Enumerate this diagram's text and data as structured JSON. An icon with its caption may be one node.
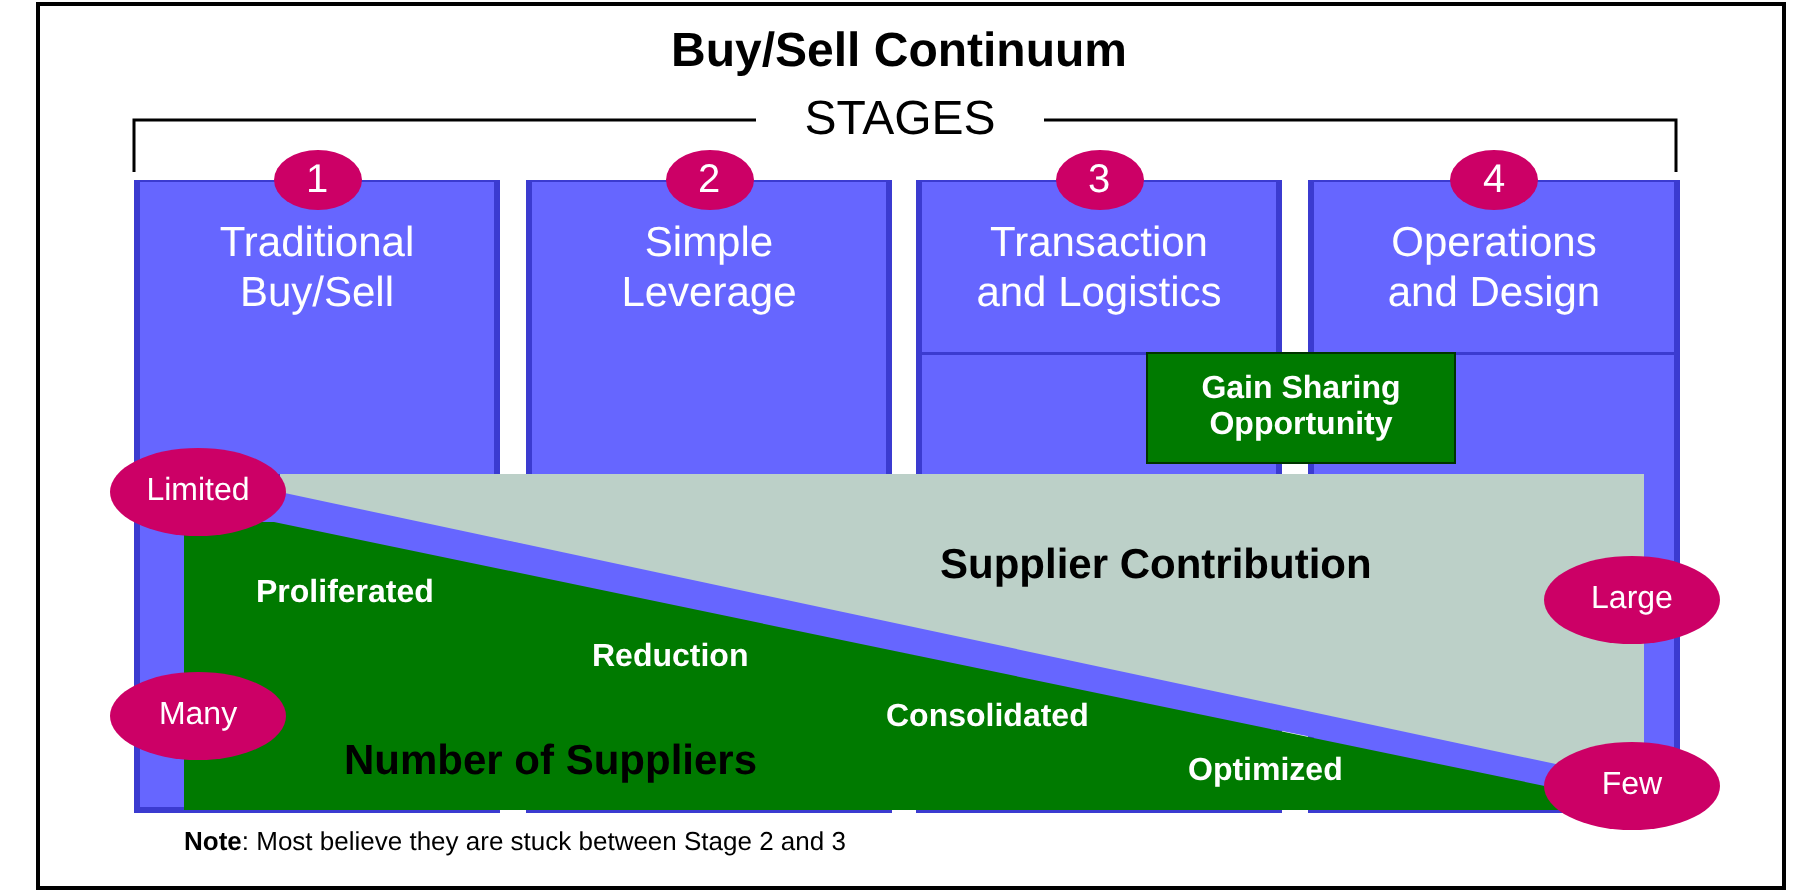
{
  "diagram": {
    "title": "Buy/Sell Continuum",
    "nodes": [
      {
        "text": [
          "1",
          "Traditional Buy/Sell"
        ]
      },
      {
        "text": [
          "2",
          "Simple Leverage"
        ]
      },
      {
        "text": [
          "3",
          "Transaction and Logistics"
        ]
      },
      {
        "text": [
          "4",
          "Operations and Design"
        ]
      },
      {
        "text": [
          "Gain Sharing Opportunity"
        ]
      },
      {
        "text": [
          "Limited"
        ]
      },
      {
        "text": [
          "Supplier Contribution"
        ]
      },
      {
        "text": [
          "Large"
        ]
      },
      {
        "text": [
          "Many"
        ]
      },
      {
        "text": [
          "Number of Suppliers"
        ]
      },
      {
        "text": [
          "Few"
        ]
      }
    ],
    "edges": [],
    "labels": [
      "STAGES",
      "Proliferated",
      "Reduction",
      "Consolidated",
      "Optimized",
      "**Note**: Most believe they are stuck between Stage 2 and 3"
    ]
  }
}
